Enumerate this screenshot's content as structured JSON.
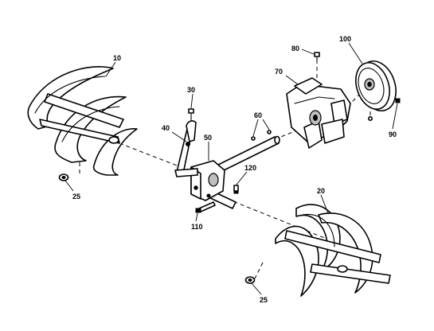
{
  "callouts": [
    {
      "id": "auger-left",
      "label": "10"
    },
    {
      "id": "auger-right",
      "label": "20"
    },
    {
      "id": "bolt-left",
      "label": "25"
    },
    {
      "id": "bolt-right",
      "label": "25"
    },
    {
      "id": "bolt-30",
      "label": "30"
    },
    {
      "id": "lever-40",
      "label": "40"
    },
    {
      "id": "gearbox",
      "label": "50"
    },
    {
      "id": "screws",
      "label": "60"
    },
    {
      "id": "bracket",
      "label": "70"
    },
    {
      "id": "screw-80",
      "label": "80"
    },
    {
      "id": "screw-90",
      "label": "90"
    },
    {
      "id": "pulley",
      "label": "100"
    },
    {
      "id": "bolt-110",
      "label": "110"
    },
    {
      "id": "fitting-120",
      "label": "120"
    }
  ],
  "colors": {
    "line": "#000000",
    "background": "#ffffff",
    "shading": "#bfbfbf"
  }
}
